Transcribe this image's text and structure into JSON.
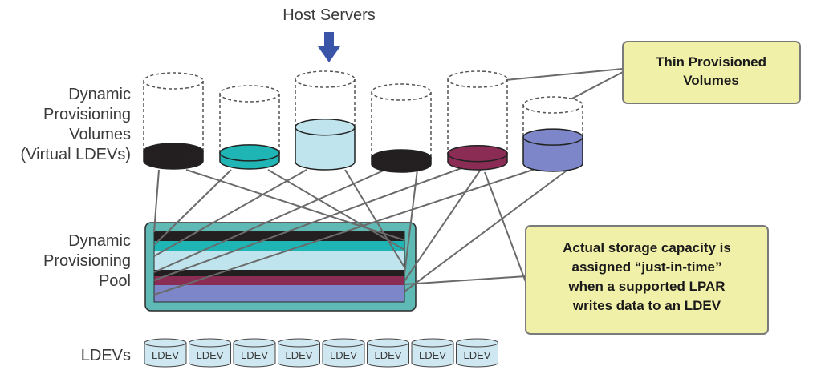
{
  "host_servers_label": "Host Servers",
  "labels": {
    "dp_volumes": [
      "Dynamic",
      "Provisioning",
      "Volumes",
      "(Virtual LDEVs)"
    ],
    "dp_pool": [
      "Dynamic",
      "Provisioning",
      "Pool"
    ],
    "ldevs": "LDEVs"
  },
  "callouts": {
    "thin": [
      "Thin Provisioned",
      "Volumes"
    ],
    "capacity": [
      "Actual storage capacity is",
      "assigned “just-in-time”",
      "when a supported LPAR",
      "writes data to an LDEV"
    ]
  },
  "volumes": [
    {
      "name": "volume-1",
      "fill_color": "#231f20",
      "fill_level": 0.12
    },
    {
      "name": "volume-2",
      "fill_color": "#1fb5b5",
      "fill_level": 0.12
    },
    {
      "name": "volume-3",
      "fill_color": "#bfe4ee",
      "fill_level": 0.42
    },
    {
      "name": "volume-4",
      "fill_color": "#231f20",
      "fill_level": 0.06
    },
    {
      "name": "volume-5",
      "fill_color": "#8b2c55",
      "fill_level": 0.1
    },
    {
      "name": "volume-6",
      "fill_color": "#7d86c8",
      "fill_level": 0.45
    }
  ],
  "ldev_items": [
    "LDEV",
    "LDEV",
    "LDEV",
    "LDEV",
    "LDEV",
    "LDEV",
    "LDEV",
    "LDEV"
  ],
  "colors": {
    "arrow": "#3a55a8",
    "pool_frame": "#5fb9b4",
    "callout_fill": "#f1f0a8",
    "callout_stroke": "#7a7a7a",
    "ldev_fill": "#cfe7f1"
  }
}
